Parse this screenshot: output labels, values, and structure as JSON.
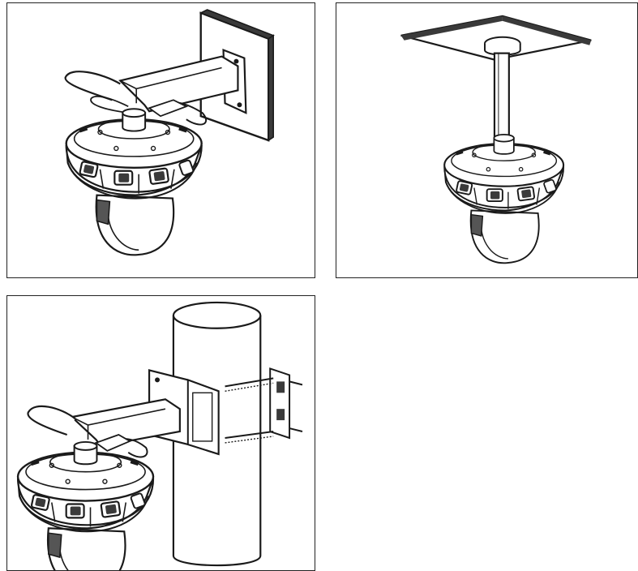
{
  "figure": {
    "panels": [
      {
        "id": "wall",
        "illustration": "camera-wall-mount"
      },
      {
        "id": "ceiling",
        "illustration": "camera-ceiling-pendant-mount"
      },
      {
        "id": "pole",
        "illustration": "camera-pole-mount"
      }
    ],
    "colors": {
      "line": "#1a1a1a",
      "fill": "#ffffff",
      "shade": "#555555",
      "dark": "#3a3a3a"
    }
  }
}
